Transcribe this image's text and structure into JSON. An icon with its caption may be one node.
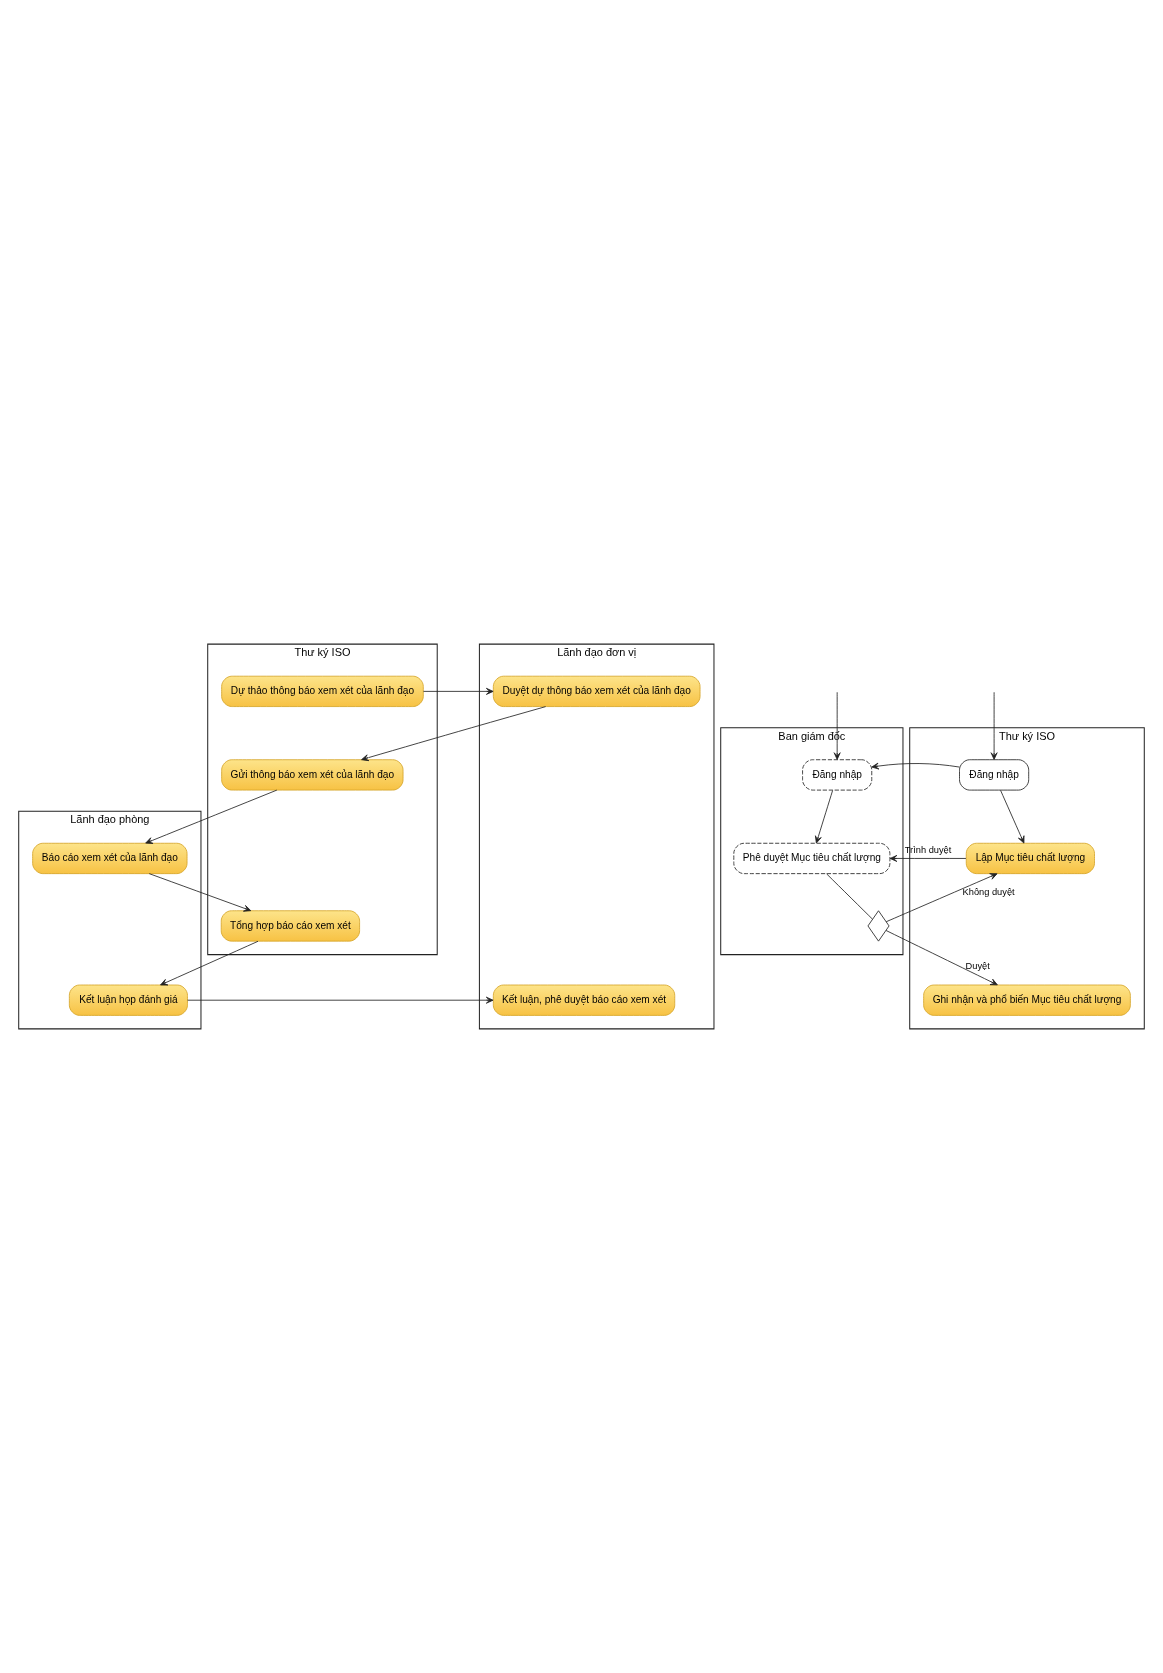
{
  "diagram": {
    "nodes": [
      {
        "text": [
          "Thư ký ISO"
        ]
      },
      {
        "text": [
          "Lãnh đạo phòng"
        ]
      },
      {
        "text": [
          "Lãnh đạo đơn vị"
        ]
      },
      {
        "text": [
          "Dự thảo thông báo xem xét của lãnh đạo"
        ],
        "in": 0
      },
      {
        "text": [
          "Gửi thông báo xem xét của lãnh đạo"
        ],
        "in": 0
      },
      {
        "text": [
          "Tổng hợp báo cáo xem xét"
        ],
        "in": 0
      },
      {
        "text": [
          "Báo cáo xem xét của lãnh đạo"
        ],
        "in": 1
      },
      {
        "text": [
          "Kết luận họp đánh giá"
        ],
        "in": 1
      },
      {
        "text": [
          "Duyệt dự thông báo xem xét của lãnh đạo"
        ],
        "in": 2
      },
      {
        "text": [
          "Kết luận, phê duyệt báo cáo xem xét"
        ],
        "in": 2
      },
      {
        "text": [
          "Thư ký ISO"
        ]
      },
      {
        "text": [
          "Ban giám đốc"
        ]
      },
      {
        "text": [
          "Đăng nhập"
        ],
        "in": 10
      },
      {
        "text": [
          "Lập Mục tiêu chất lượng"
        ],
        "in": 10
      },
      {
        "text": [
          "Ghi nhận và phổ biến Mục tiêu chất lượng"
        ],
        "in": 10
      },
      {
        "text": [
          "Đăng nhập"
        ],
        "in": 11
      },
      {
        "text": [
          "Phê duyệt Mục tiêu chất lượng"
        ],
        "in": 11
      },
      {
        "text": [],
        "shape": "diamond",
        "in": 11
      }
    ],
    "edges": [
      {
        "from": 3,
        "to": 8,
        "arrow": "to"
      },
      {
        "from": 8,
        "to": 4,
        "arrow": "to"
      },
      {
        "from": 4,
        "to": 6,
        "arrow": "to"
      },
      {
        "from": 6,
        "to": 5,
        "arrow": "to"
      },
      {
        "from": 5,
        "to": 7,
        "arrow": "to"
      },
      {
        "from": 7,
        "to": 9,
        "arrow": "to"
      },
      {
        "from": null,
        "to": 12,
        "arrow": "to"
      },
      {
        "from": null,
        "to": 15,
        "arrow": "to"
      },
      {
        "from": 12,
        "to": 15,
        "arrow": "to"
      },
      {
        "from": 12,
        "to": 13,
        "arrow": "to"
      },
      {
        "from": 15,
        "to": 16,
        "arrow": "to"
      },
      {
        "from": 13,
        "to": 16,
        "arrow": "to",
        "label": "Trình duyệt"
      },
      {
        "from": 16,
        "to": 17,
        "arrow": "none"
      },
      {
        "from": 17,
        "to": 13,
        "arrow": "to",
        "label": "Không duyệt"
      },
      {
        "from": 17,
        "to": 14,
        "arrow": "to",
        "label": "Duyệt"
      }
    ]
  }
}
